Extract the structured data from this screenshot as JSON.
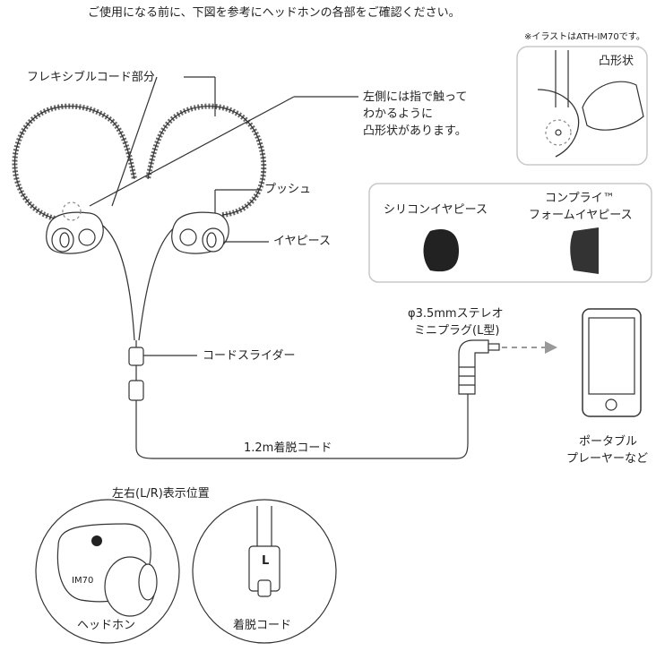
{
  "intro": "ご使用になる前に、下図を参考にヘッドホンの各部をご確認ください。",
  "note": "※イラストはATH-IM70です。",
  "labels": {
    "flexible_cord": "フレキシブルコード部分",
    "left_notch_line1": "左側には指で触って",
    "left_notch_line2": "わかるように",
    "left_notch_line3": "凸形状があります。",
    "bump": "凸形状",
    "push": "プッシュ",
    "eartips": "イヤピース",
    "cord_slider": "コードスライダー",
    "plug_line1": "φ3.5mmステレオ",
    "plug_line2": "ミニプラグ(L型)",
    "cord": "1.2m着脱コード",
    "player_line1": "ポータブル",
    "player_line2": "プレーヤーなど",
    "lr_position": "左右(L/R)表示位置",
    "headphone": "ヘッドホン",
    "detach_cord": "着脱コード",
    "model": "IM70",
    "l_mark": "L"
  },
  "eartip_box": {
    "silicone": "シリコンイヤピース",
    "comply_line1": "コンプライ™",
    "comply_line2": "フォームイヤピース"
  },
  "colors": {
    "line": "#333333",
    "gray_cord": "#bdbdbd",
    "dark": "#222222",
    "box_border": "#c8c8c8"
  }
}
